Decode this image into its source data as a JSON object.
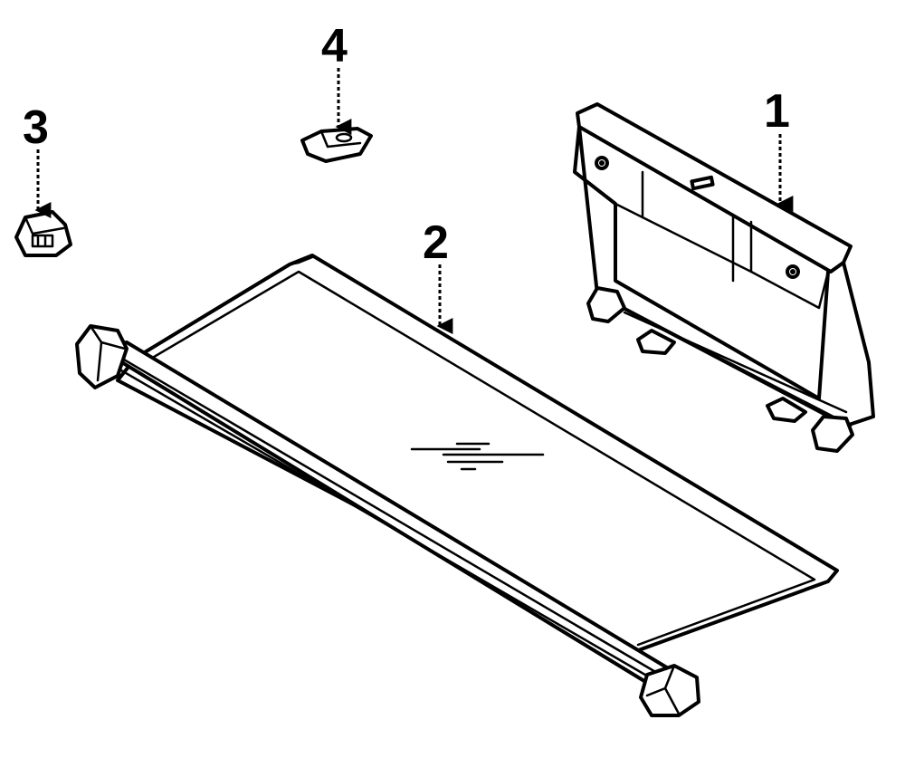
{
  "diagram": {
    "callouts": {
      "part1": "1",
      "part2": "2",
      "part3": "3",
      "part4": "4"
    },
    "parts": [
      {
        "label": "1",
        "name": "mounting-bracket"
      },
      {
        "label": "2",
        "name": "cargo-cover-roller"
      },
      {
        "label": "3",
        "name": "end-cap-clip"
      },
      {
        "label": "4",
        "name": "retainer-clip"
      }
    ]
  }
}
